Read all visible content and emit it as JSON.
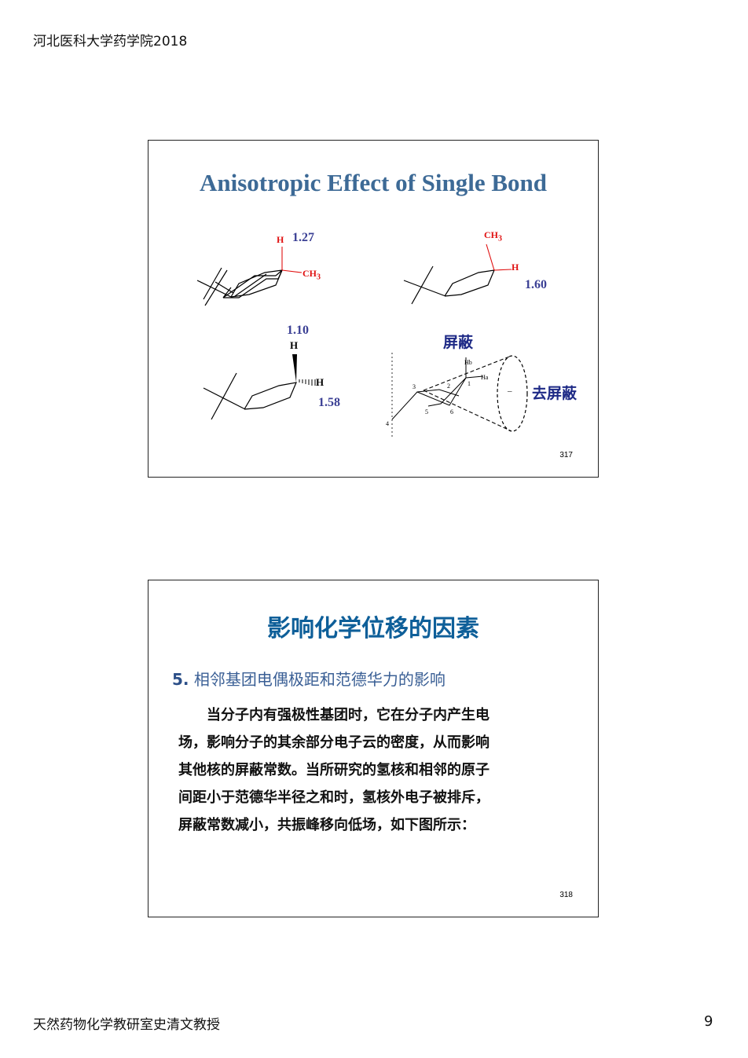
{
  "header": {
    "text": "河北医科大学药学院2018"
  },
  "footer": {
    "left": "天然药物化学教研室史清文教授",
    "page": "9"
  },
  "slide1": {
    "title": "Anisotropic Effect of Single Bond",
    "mol1": {
      "h": "H",
      "val": "1.27",
      "ch3": "CH",
      "ch3_sub": "3"
    },
    "mol2": {
      "ch3": "CH",
      "ch3_sub": "3",
      "h": "H",
      "val": "1.60"
    },
    "mol3": {
      "val_top": "1.10",
      "h_top": "H",
      "h_right": "H",
      "val_right": "1.58"
    },
    "cone": {
      "shield": "屏蔽",
      "deshield": "去屏蔽",
      "hb": "Hb",
      "ha": "Ha",
      "minus": "–",
      "n1": "1",
      "n2": "2",
      "n3": "3",
      "n4": "4",
      "n5": "5",
      "n6": "6"
    },
    "page": "317"
  },
  "slide2": {
    "title": "影响化学位移的因素",
    "subtitle_num": "5.",
    "subtitle_text": " 相邻基团电偶极距和范德华力的影响",
    "lines": [
      "当分子内有强极性基团时，它在分子内产生电",
      "场，影响分子的其余部分电子云的密度，从而影响",
      "其他核的屏蔽常数。当所研究的氢核和相邻的原子",
      "间距小于范德华半径之和时，氢核外电子被排斥，",
      "屏蔽常数减小，共振峰移向低场，如下图所示："
    ],
    "page": "318"
  }
}
